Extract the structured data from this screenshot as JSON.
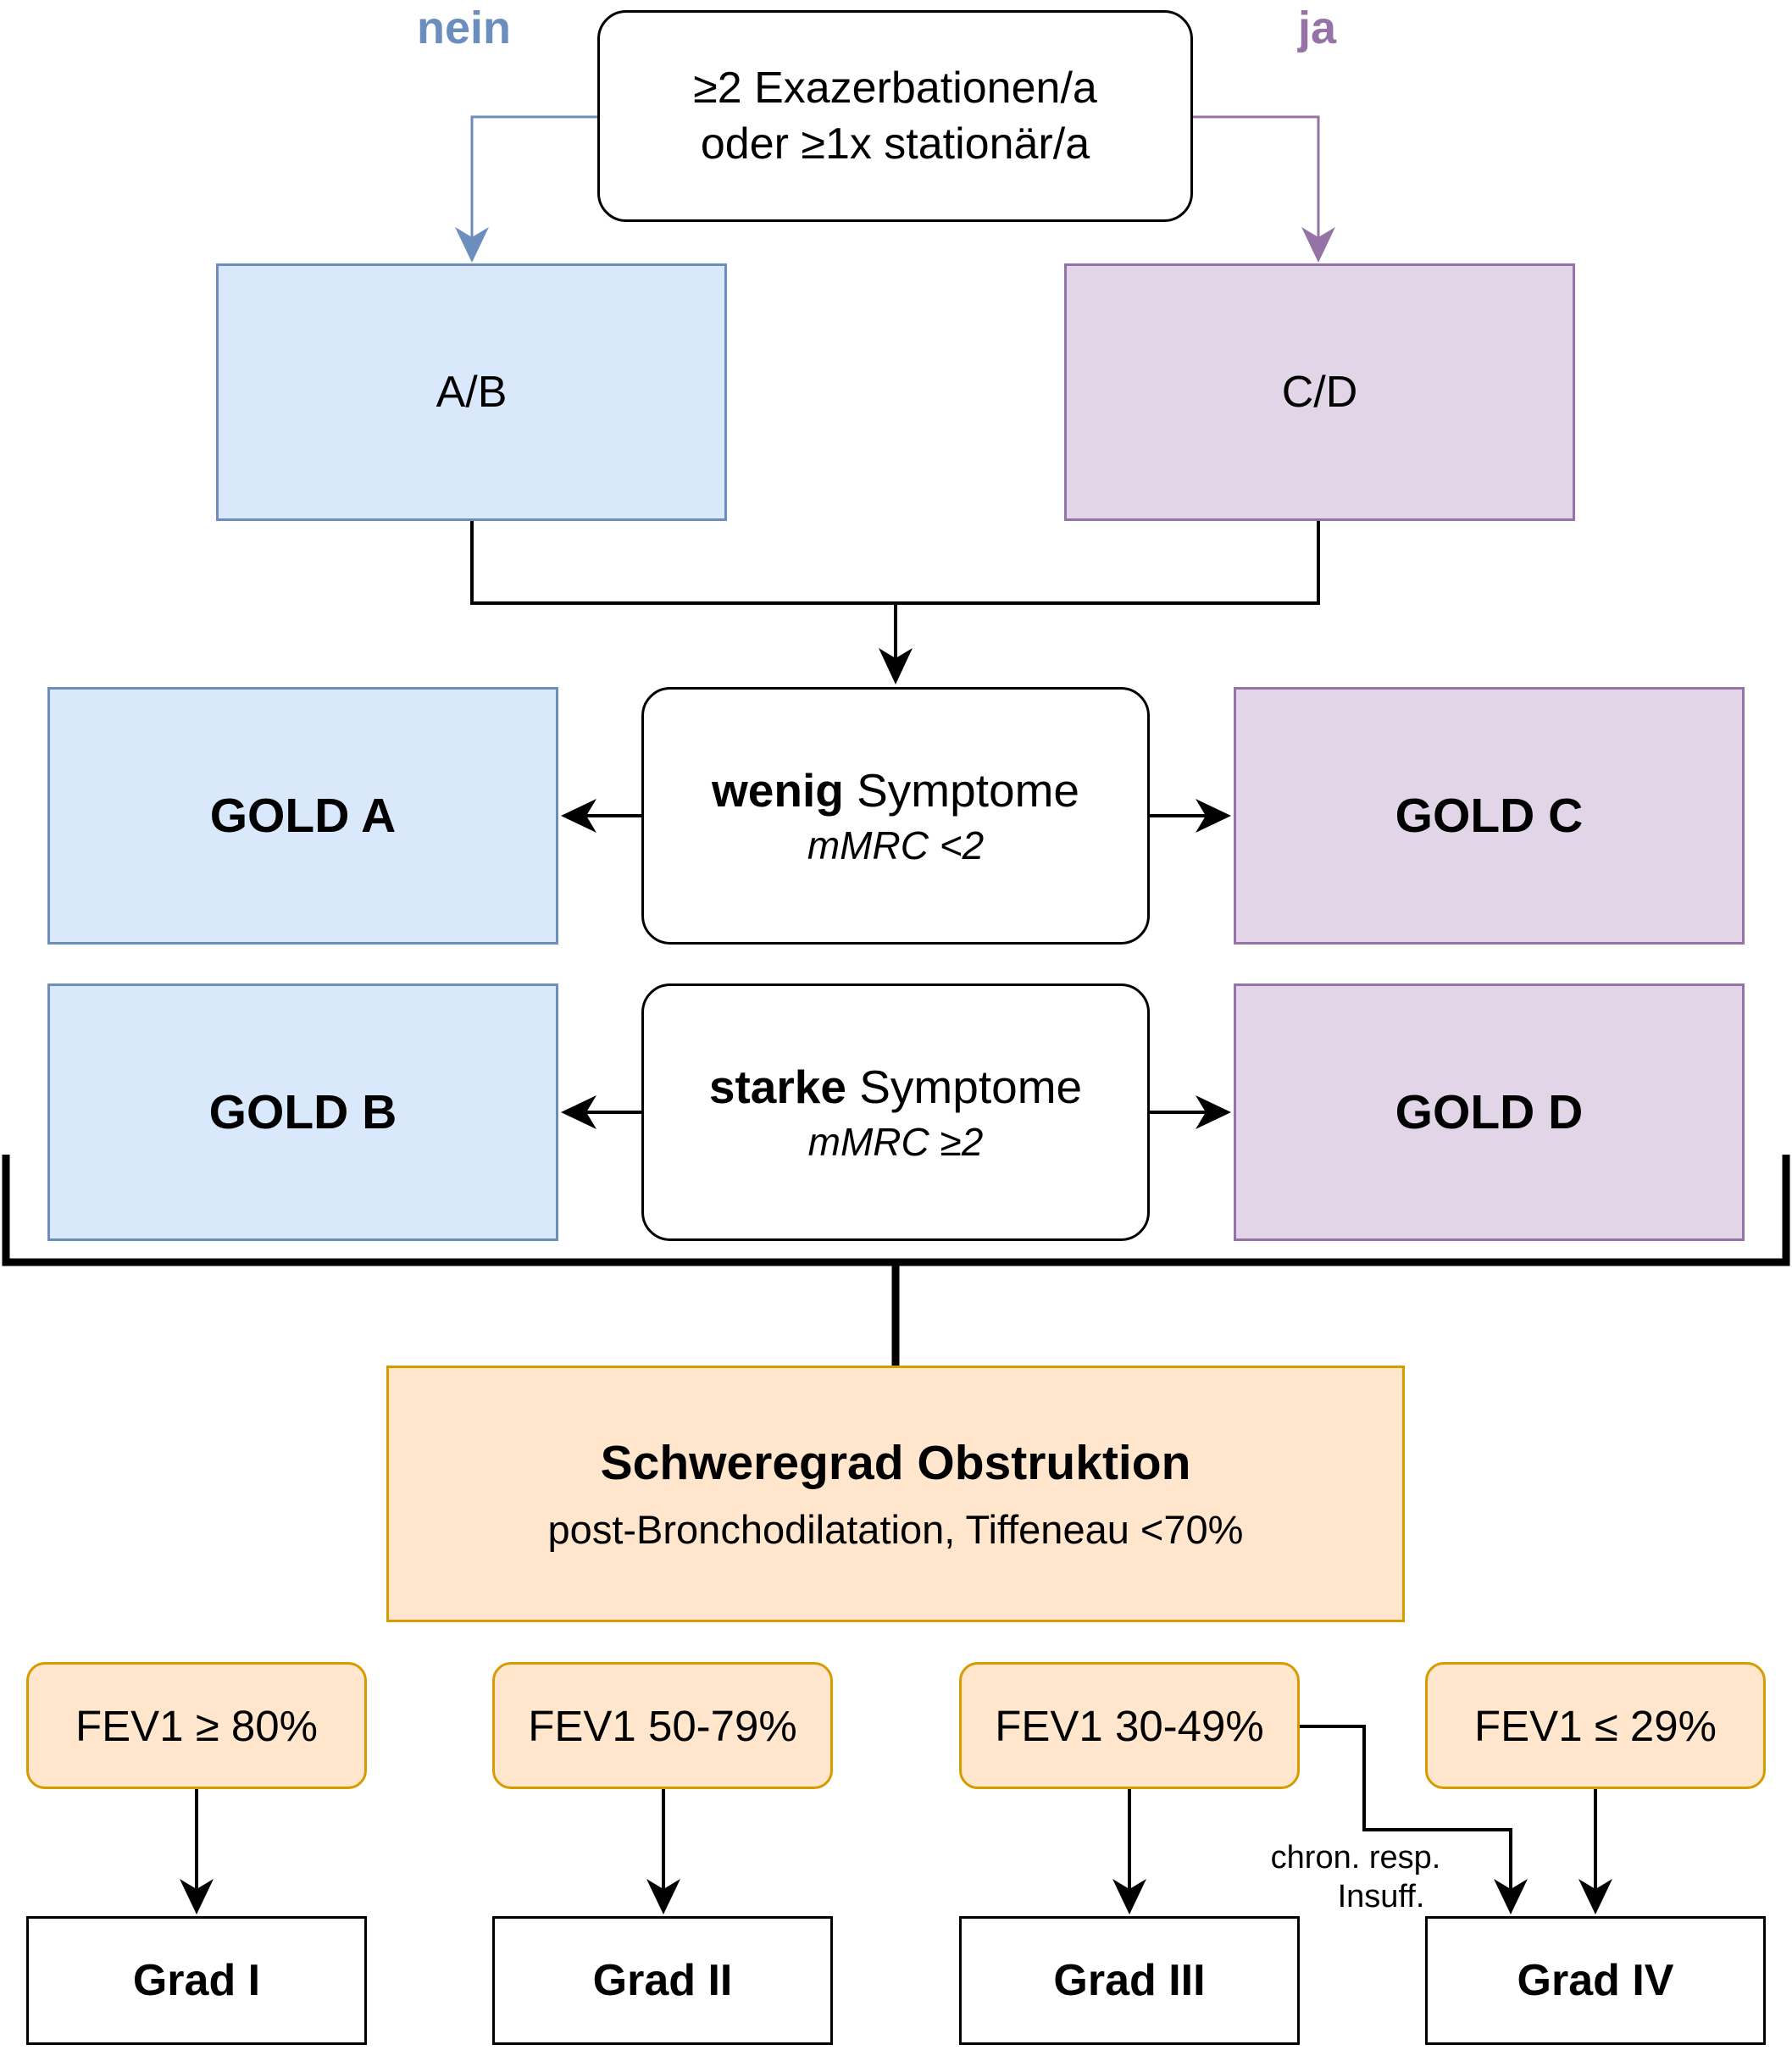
{
  "branch_labels": {
    "no": "nein",
    "yes": "ja"
  },
  "top_question": {
    "line1": "≥2 Exazerbationen/a",
    "line2": "oder ≥1x stationär/a"
  },
  "groups": {
    "ab": "A/B",
    "cd": "C/D"
  },
  "symptoms": {
    "low": {
      "bold": "wenig",
      "text": " Symptome",
      "criterion": "mMRC <2"
    },
    "high": {
      "bold": "starke",
      "text": " Symptome",
      "criterion": "mMRC ≥2"
    }
  },
  "gold": {
    "a": "GOLD A",
    "b": "GOLD B",
    "c": "GOLD C",
    "d": "GOLD D"
  },
  "obstruction": {
    "title": "Schweregrad Obstruktion",
    "subtitle": "post-Bronchodilatation, Tiffeneau <70%"
  },
  "fev1": [
    "FEV1 ≥ 80%",
    "FEV1 50-79%",
    "FEV1 30-49%",
    "FEV1 ≤ 29%"
  ],
  "grades": [
    "Grad I",
    "Grad II",
    "Grad III",
    "Grad IV"
  ],
  "insufficiency_note": {
    "line1": "chron. resp.",
    "line2": "Insuff."
  },
  "colors": {
    "blue_fill": "#dae8fc",
    "blue_stroke": "#6c8ebf",
    "purple_fill": "#e1d5e7",
    "purple_stroke": "#9673a6",
    "orange_fill": "#ffe6cc",
    "orange_stroke": "#d79b00"
  }
}
